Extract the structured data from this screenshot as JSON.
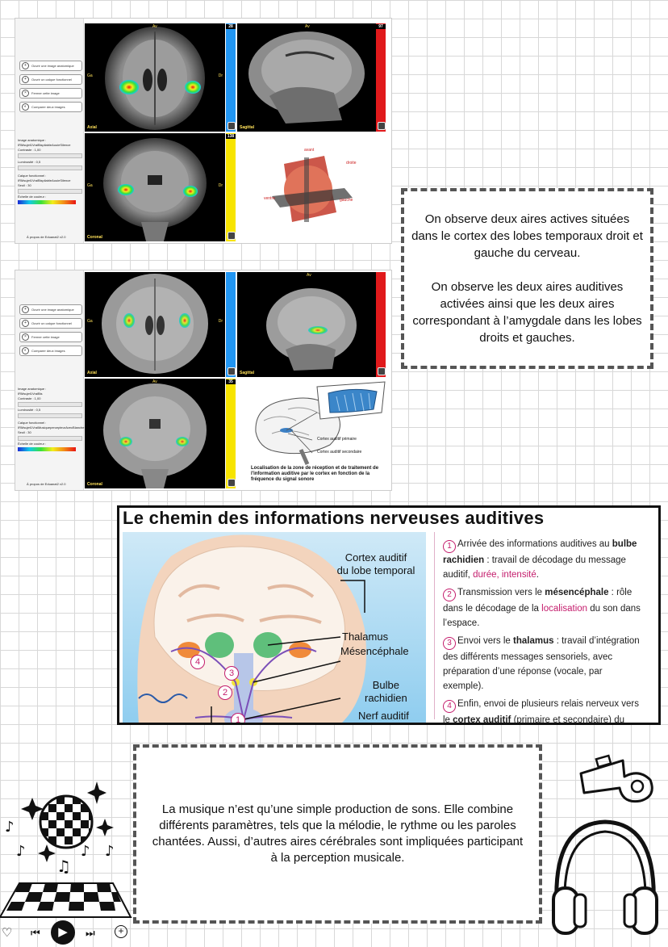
{
  "viewer": {
    "buttons": [
      "Ouvrir une image anatomique",
      "Ouvrir un calque fonctionnel",
      "Fermer cette image",
      "Comparer deux images"
    ],
    "top": {
      "anatomical_label": "Image anatomique :",
      "anatomical_file": "IRMsujet1VraiBispilableAouieSilence",
      "contrast": "Contraste : 1,00",
      "luminosity": "Luminosité : 0,5",
      "functional_label": "Calque fonctionnel :",
      "functional_file": "IRMsujet1VraiBispilableAouieSilence",
      "seuil": "Seuil : 30",
      "color_scale": "Échelle de couleur :",
      "about": "À propos de Eduanat2 v2.0",
      "slice_axial": "28",
      "slice_sagittal": "97",
      "slice_coronal": "138",
      "view_axial": "Axial",
      "view_sagittal": "Sagittal",
      "view_coronal": "Coronal",
      "orient_ar": "Av",
      "orient_ga": "Ga",
      "orient_dr": "Dr",
      "cube_avant": "avant",
      "cube_droite": "droite",
      "cube_gauche": "gauche",
      "cube_ventre": "ventre"
    },
    "bottom": {
      "anatomical_label": "Image anatomique :",
      "anatomical_file": "IRMsujet1VraiBis",
      "contrast": "Contraste : 1,00",
      "luminosity": "Luminosité : 0,5",
      "functional_label": "Calque fonctionnel :",
      "functional_file": "IRMsujet1VraiMusiquepercepteurAvecBlanche",
      "seuil": "Seuil : 30",
      "color_scale": "Échelle de couleur :",
      "about": "À propos de Eduanat2 v2.0",
      "slice_coronal": "35",
      "view_axial": "Axial",
      "view_sagittal": "Sagittal",
      "view_coronal": "Coronal",
      "orient_av": "Av",
      "orient_ga": "Ga",
      "orient_dr": "Dr",
      "label_primary": "Cortex auditif primaire",
      "label_secondary": "Cortex auditif secondaire",
      "caption": "Localisation de la zone de réception et de traitement de l'information auditive par le cortex en fonction de la fréquence du signal sonore"
    }
  },
  "observation": {
    "text": "On observe deux aires actives situées dans le cortex des lobes temporaux droit et gauche du cerveau.\n\nOn observe les deux aires auditives activées ainsi que les deux aires correspondant à l’amygdale dans les lobes droits et gauches."
  },
  "figure": {
    "title": "Le chemin des informations nerveuses auditives",
    "labels": {
      "cortex": "Cortex auditif\ndu lobe temporal",
      "thalamus": "Thalamus",
      "mesencephale": "Mésencéphale",
      "bulbe": "Bulbe\nrachidien",
      "nerf": "Nerf auditif"
    },
    "steps": [
      {
        "num": "1",
        "a": "Arrivée des informations auditives au ",
        "b": "bulbe rachidien",
        "c": " : travail de décodage du message auditif, ",
        "d": "durée, intensité",
        "e": "."
      },
      {
        "num": "2",
        "a": "Transmission vers le ",
        "b": "mésencéphale",
        "c": " : rôle dans le décodage de la ",
        "d": "localisation",
        "e": " du son dans l’espace."
      },
      {
        "num": "3",
        "a": "Envoi vers le ",
        "b": "thalamus",
        "c": " : travail d’intégration des différents messages sensoriels, avec préparation d’une réponse (vocale, par exemple).",
        "d": "",
        "e": ""
      },
      {
        "num": "4",
        "a": "Enfin, envoi de plusieurs relais nerveux vers le ",
        "b": "cortex auditif",
        "c": " (primaire et secondaire) du lobe temporal. Le message auditif est ici décodé, mémorisé et interprété.",
        "d": "",
        "e": ""
      }
    ]
  },
  "music": {
    "text": "La musique n’est qu’une simple production de sons. Elle combine différents paramètres, tels que la mélodie, le rythme ou les paroles chantées. Aussi, d’autres aires cérébrales sont impliquées participant à la perception musicale."
  },
  "colors": {
    "accent": "#c41c6c",
    "blue_bar": "#2196f3",
    "red_bar": "#e0191b",
    "yellow_bar": "#f7e400"
  }
}
